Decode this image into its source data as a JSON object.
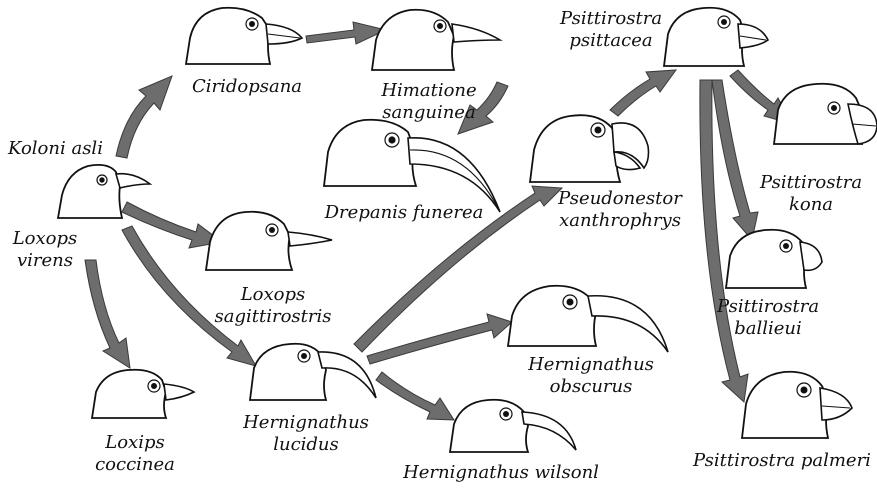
{
  "labels": {
    "koloni": "Koloni asli",
    "loxops_virens": [
      "Loxops",
      "virens"
    ],
    "ciridopsana": "Ciridopsana",
    "himatione": [
      "Himatione",
      "sanguinea"
    ],
    "drepanis": "Drepanis funerea",
    "loxops_sagittirostris": [
      "Loxops",
      "sagittirostris"
    ],
    "loxips_coccinea": [
      "Loxips",
      "coccinea"
    ],
    "hernignathus_lucidus": [
      "Hernignathus",
      "lucidus"
    ],
    "hernignathus_wilsonl": "Hernignathus wilsonl",
    "hernignathus_obscurus": [
      "Hernignathus",
      "obscurus"
    ],
    "pseudonestor": [
      "Pseudonestor",
      "xanthrophrys"
    ],
    "psittirostra_psittacea": [
      "Psittirostra",
      "psittacea"
    ],
    "psittirostra_kona": [
      "Psittirostra",
      "kona"
    ],
    "psittirostra_ballieui": [
      "Psittirostra",
      "ballieui"
    ],
    "psittirostra_palmeri": "Psittirostra palmeri"
  },
  "birds": [
    {
      "id": "loxops-virens",
      "beak": "short-curved"
    },
    {
      "id": "ciridopsana",
      "beak": "short-thick"
    },
    {
      "id": "himatione-sanguinea",
      "beak": "slender-pointed"
    },
    {
      "id": "drepanis-funerea",
      "beak": "long-sickle"
    },
    {
      "id": "loxops-sagittirostris",
      "beak": "long-straight"
    },
    {
      "id": "loxips-coccinea",
      "beak": "short-conical"
    },
    {
      "id": "hernignathus-lucidus",
      "beak": "medium-curved"
    },
    {
      "id": "hernignathus-wilsonl",
      "beak": "thin-curved"
    },
    {
      "id": "hernignathus-obscurus",
      "beak": "long-sickle"
    },
    {
      "id": "pseudonestor-xanthrophrys",
      "beak": "parrot-hook"
    },
    {
      "id": "psittirostra-psittacea",
      "beak": "hooked-finch"
    },
    {
      "id": "psittirostra-kona",
      "beak": "heavy-finch"
    },
    {
      "id": "psittirostra-ballieui",
      "beak": "hooked-finch"
    },
    {
      "id": "psittirostra-palmeri",
      "beak": "thick-conical"
    }
  ]
}
